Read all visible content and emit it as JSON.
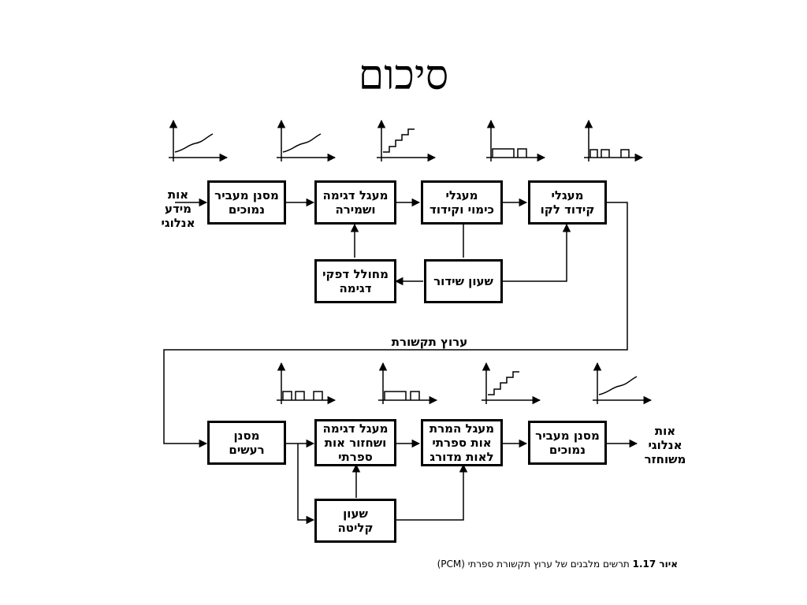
{
  "title": "סיכום",
  "blocks": {
    "tx_lpf": [
      "מסנן מעביר",
      "נמוכים"
    ],
    "tx_sh": [
      "מעגל דגימה",
      "ושמירה"
    ],
    "tx_quant": [
      "מעגלי",
      "כימוי וקידוד"
    ],
    "tx_line": [
      "מעגלי",
      "קידוד לקו"
    ],
    "tx_divider": [
      "מחולל דפקי",
      "דגימה"
    ],
    "tx_clock": [
      "שעון שידור"
    ],
    "rx_noise": [
      "מסנן",
      "רעשים"
    ],
    "rx_sample": [
      "מעגל דגימה",
      "ושחזור אות",
      "ספרתי"
    ],
    "rx_convert": [
      "מעגל המרת",
      "אות ספרתי",
      "לאות מדורג"
    ],
    "rx_lpf": [
      "מסנן מעביר",
      "נמוכים"
    ],
    "rx_clock": [
      "שעון",
      "קליטה"
    ]
  },
  "labels": {
    "input": [
      "אות",
      "מידע",
      "אנלוגי"
    ],
    "channel": "ערוץ תקשורת",
    "output": [
      "אות",
      "אנלוגי",
      "משוחזר"
    ]
  },
  "caption": {
    "prefix": "איור 1.17",
    "text": "תרשים מלבנים של ערוץ תקשורת ספרתי (PCM)"
  }
}
